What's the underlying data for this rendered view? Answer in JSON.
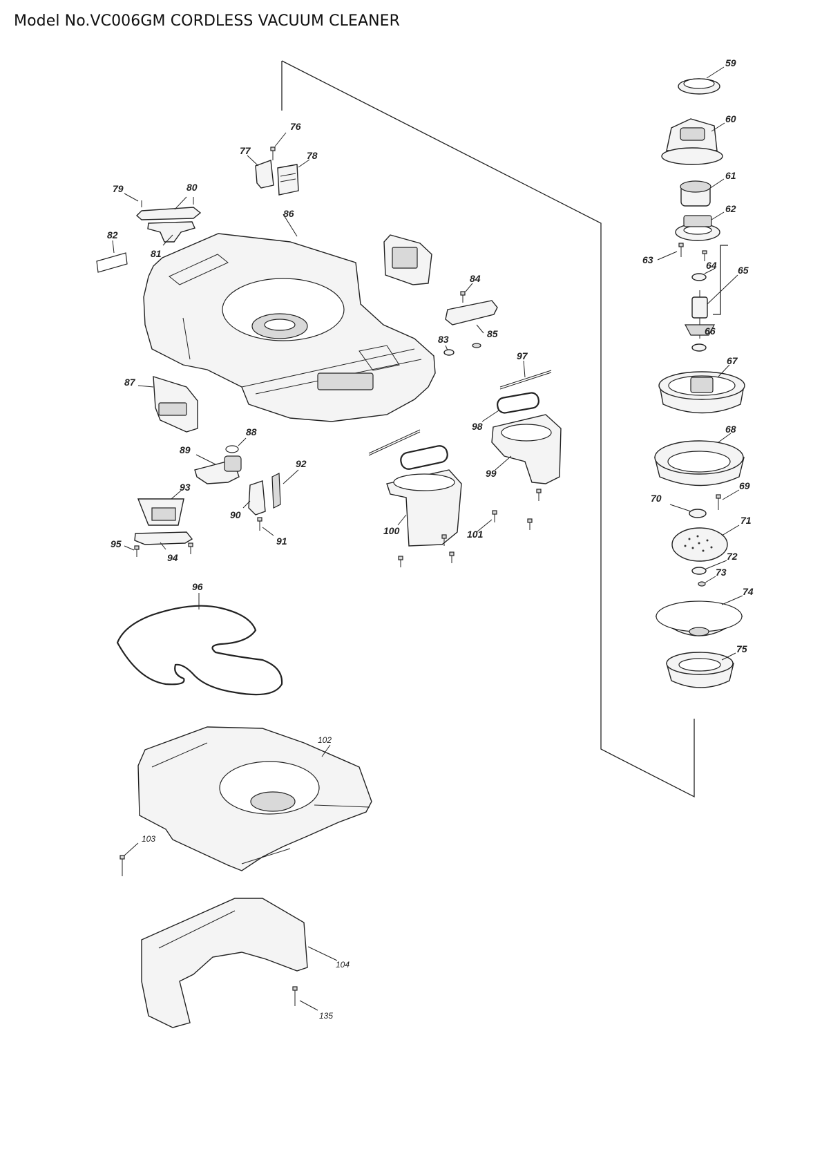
{
  "title": "Model No.VC006GM CORDLESS VACUUM CLEANER",
  "labels": {
    "p59": "59",
    "p60": "60",
    "p61": "61",
    "p62": "62",
    "p63": "63",
    "p64": "64",
    "p65": "65",
    "p66": "66",
    "p67": "67",
    "p68": "68",
    "p69": "69",
    "p70": "70",
    "p71": "71",
    "p72": "72",
    "p73": "73",
    "p74": "74",
    "p75": "75",
    "p76": "76",
    "p77": "77",
    "p78": "78",
    "p79": "79",
    "p80": "80",
    "p81": "81",
    "p82": "82",
    "p83": "83",
    "p84": "84",
    "p85": "85",
    "p86": "86",
    "p87": "87",
    "p88": "88",
    "p89": "89",
    "p90": "90",
    "p91": "91",
    "p92": "92",
    "p93": "93",
    "p94": "94",
    "p95": "95",
    "p96": "96",
    "p97": "97",
    "p98": "98",
    "p99": "99",
    "p100": "100",
    "p101": "101",
    "p102": "102",
    "p103": "103",
    "p104": "104",
    "p135": "135"
  }
}
